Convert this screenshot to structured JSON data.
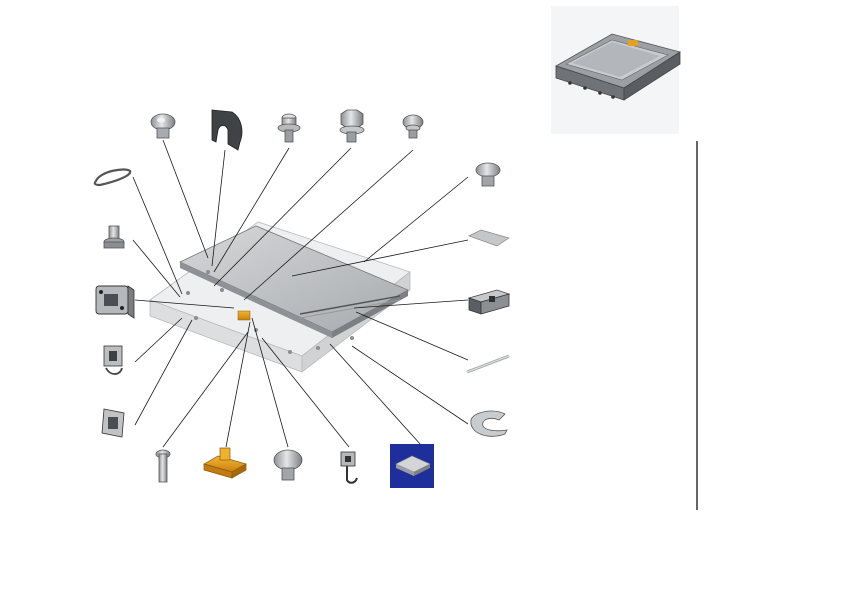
{
  "document": {
    "view": "exploded-assembly-diagram",
    "selected_part": "panel-cover-part"
  },
  "thumbnail": {
    "icon": "assembled-enclosure-thumbnail"
  },
  "parts": [
    {
      "id": "rubber-foot",
      "icon": "rubber-foot-icon"
    },
    {
      "id": "c-clip",
      "icon": "c-clip-icon"
    },
    {
      "id": "washer-screw",
      "icon": "washer-screw-icon"
    },
    {
      "id": "hex-bolt",
      "icon": "hex-bolt-icon"
    },
    {
      "id": "flange-screw",
      "icon": "flange-screw-icon"
    },
    {
      "id": "drive-belt",
      "icon": "drive-belt-icon"
    },
    {
      "id": "pin-plug",
      "icon": "pin-plug-icon"
    },
    {
      "id": "latch-block",
      "icon": "latch-block-icon"
    },
    {
      "id": "spring-clamp",
      "icon": "spring-clamp-icon"
    },
    {
      "id": "mount-bracket",
      "icon": "mount-bracket-icon"
    },
    {
      "id": "long-pin",
      "icon": "long-pin-icon"
    },
    {
      "id": "slider-bracket",
      "icon": "slider-bracket-icon"
    },
    {
      "id": "mushroom-cap",
      "icon": "mushroom-cap-icon"
    },
    {
      "id": "hook-clip",
      "icon": "hook-clip-icon"
    },
    {
      "id": "panel-cover",
      "icon": "panel-cover-icon"
    },
    {
      "id": "knob-cap",
      "icon": "knob-cap-icon"
    },
    {
      "id": "gasket-pad",
      "icon": "gasket-pad-icon"
    },
    {
      "id": "rail-block",
      "icon": "rail-block-icon"
    },
    {
      "id": "rod",
      "icon": "rod-icon"
    },
    {
      "id": "retaining-ring",
      "icon": "retaining-ring-icon"
    }
  ],
  "colors": {
    "part_fill": "#b9bcbf",
    "part_dark": "#6e7276",
    "highlight": "#e3a021",
    "selection_bg": "#1e2f9c",
    "leader": "#1a1a1a",
    "separator": "#000000"
  }
}
